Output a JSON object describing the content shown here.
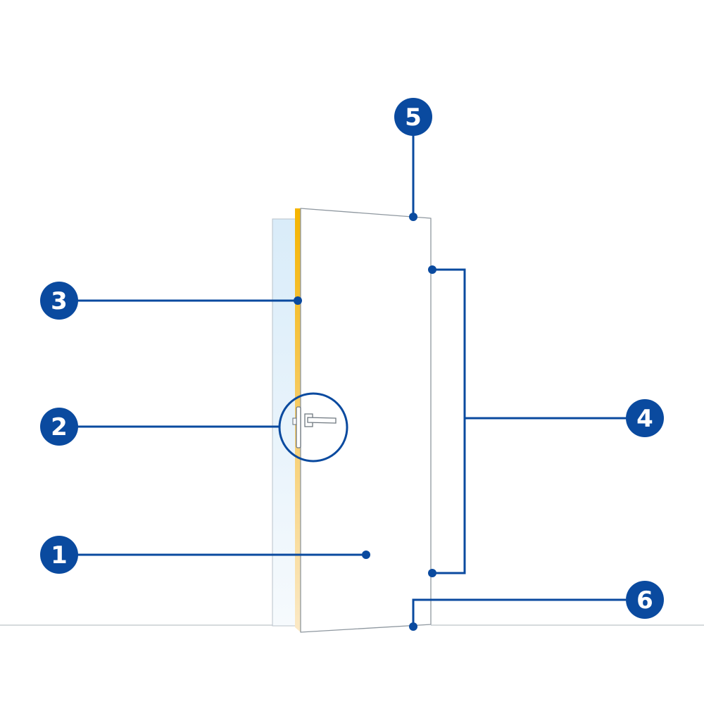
{
  "colors": {
    "accent": "#0a4a9f",
    "edge_highlight": "#f5b400",
    "glass_tint": "#e6f2fb",
    "outline": "#9aa3ab",
    "floor": "#c8cdd2"
  },
  "callouts": [
    {
      "label": "1",
      "part": "door-leaf"
    },
    {
      "label": "2",
      "part": "handle-lock"
    },
    {
      "label": "3",
      "part": "edge-band"
    },
    {
      "label": "4",
      "part": "side-edge"
    },
    {
      "label": "5",
      "part": "top-corner"
    },
    {
      "label": "6",
      "part": "bottom-corner"
    }
  ]
}
